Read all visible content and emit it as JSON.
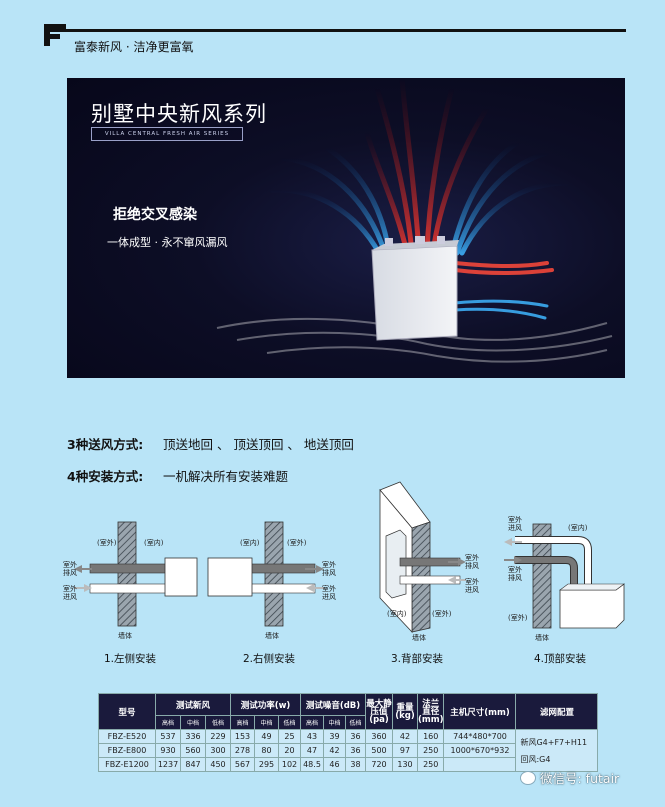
{
  "header": {
    "slogan": "富泰新风 · 洁净更富氧"
  },
  "hero": {
    "title": "别墅中央新风系列",
    "subtitle": "VILLA CENTRAL FRESH AIR SERIES",
    "headline": "拒绝交叉感染",
    "tagline": "一体成型 · 永不窜风漏风"
  },
  "modes": {
    "supply_label": "3种送风方式:",
    "supply_value": "顶送地回 、 顶送顶回 、 地送顶回",
    "install_label": "4种安装方式:",
    "install_value": "一机解决所有安装难题"
  },
  "diagram_labels": {
    "outdoor": "(室外)",
    "indoor": "(室内)",
    "exhaust": "室外 排风",
    "intake": "室外 进风",
    "exhaust_1": "室外",
    "exhaust_2": "排风",
    "intake_1": "室外",
    "intake_2": "进风",
    "wall": "墙体"
  },
  "captions": [
    "1.左侧安装",
    "2.右侧安装",
    "3.背部安装",
    "4.顶部安装"
  ],
  "table": {
    "headers": {
      "model": "型号",
      "airflow": "测试新风",
      "power": "测试功率(w)",
      "noise": "测试噪音(dB)",
      "pressure": "最大静压值(pa)",
      "weight": "重量(kg)",
      "flange": "法兰直径(mm)",
      "size": "主机尺寸(mm)",
      "filter": "滤网配置",
      "high": "高档",
      "mid": "中档",
      "low": "低档"
    },
    "rows": [
      {
        "model": "FBZ-E520",
        "air_h": "537",
        "air_m": "336",
        "air_l": "229",
        "pw_h": "153",
        "pw_m": "49",
        "pw_l": "25",
        "ns_h": "43",
        "ns_m": "39",
        "ns_l": "36",
        "pressure": "360",
        "weight": "42",
        "flange": "160",
        "size": "744*480*700"
      },
      {
        "model": "FBZ-E800",
        "air_h": "930",
        "air_m": "560",
        "air_l": "300",
        "pw_h": "278",
        "pw_m": "80",
        "pw_l": "20",
        "ns_h": "47",
        "ns_m": "42",
        "ns_l": "36",
        "pressure": "500",
        "weight": "97",
        "flange": "250",
        "size": "1000*670*932"
      },
      {
        "model": "FBZ-E1200",
        "air_h": "1237",
        "air_m": "847",
        "air_l": "450",
        "pw_h": "567",
        "pw_m": "295",
        "pw_l": "102",
        "ns_h": "48.5",
        "ns_m": "46",
        "ns_l": "38",
        "pressure": "720",
        "weight": "130",
        "flange": "250",
        "size": ""
      }
    ],
    "filter_fresh": "新风G4+F7+H11",
    "filter_return": "回风:G4"
  },
  "watermark": "微信号: futair",
  "colors": {
    "background": "#b9e4f7",
    "hero_bg": "#0d0e26",
    "table_header": "#1a1a3c",
    "red_air": "#e8332a",
    "blue_air": "#2aa5e8"
  }
}
